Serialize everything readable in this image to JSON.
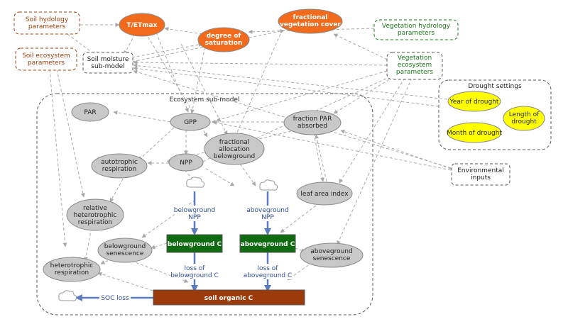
{
  "nodes": {
    "soil_hydrology_parameters": [
      "Soil hydology",
      "parameters"
    ],
    "soil_ecosystem_parameters": [
      "Soil ecosystem",
      "parameters"
    ],
    "t_etmax": [
      "T/ETmax"
    ],
    "degree_of_saturation": [
      "degree of",
      "saturation"
    ],
    "fractional_vegetation_cover": [
      "fractional",
      "vegetation cover"
    ],
    "vegetation_hydrology_parameters": [
      "Vegetation hydrology",
      "parameters"
    ],
    "soil_moisture_submodel": [
      "Soil moisture",
      "sub-model"
    ],
    "vegetation_ecosystem_parameters": [
      "Vegetation",
      "ecosystem",
      "parameters"
    ],
    "ecosystem_submodel": [
      "Ecosystem sub-model"
    ],
    "drought_settings": [
      "Drought settings"
    ],
    "year_of_drought": [
      "Year of drought"
    ],
    "length_of_drought": [
      "Length of",
      "drought"
    ],
    "month_of_drought": [
      "Month of drought"
    ],
    "par": [
      "PAR"
    ],
    "gpp": [
      "GPP"
    ],
    "fraction_par_absorbed": [
      "fraction PAR",
      "absorbed"
    ],
    "fractional_allocation_belowground": [
      "fractional",
      "allocation",
      "belowground"
    ],
    "autotrophic_respiration": [
      "autotrophic",
      "respiration"
    ],
    "npp": [
      "NPP"
    ],
    "environmental_inputs": [
      "Environmental",
      "inputs"
    ],
    "leaf_area_index": [
      "leaf area index"
    ],
    "relative_heterotrophic_respiration": [
      "relative",
      "heterotrophic",
      "respiration"
    ],
    "belowground_npp": [
      "belowground",
      "NPP"
    ],
    "aboveground_npp": [
      "aboveground",
      "NPP"
    ],
    "belowground_c": [
      "belowground C"
    ],
    "aboveground_c": [
      "aboveground C"
    ],
    "belowground_senescence": [
      "belowground",
      "senescence"
    ],
    "aboveground_senescence": [
      "aboveground",
      "senescence"
    ],
    "heterotrophic_respiration": [
      "heterotrophic",
      "respiration"
    ],
    "loss_of_belowground_c": [
      "loss of",
      "belowground C"
    ],
    "loss_of_aboveground_c": [
      "loss of",
      "aboveground C"
    ],
    "soc_loss": [
      "SOC loss"
    ],
    "soil_organic_c": [
      "soil organic C"
    ]
  },
  "colors": {
    "orange": "#f26b1d",
    "yellow": "#ffff00",
    "gray_node": "#c8c8c8",
    "green_box": "#0f6b0f",
    "brown_box": "#9b3a0a",
    "soil_param_text": "#a0410d",
    "veg_param_text": "#1a7a1a",
    "flow_arrow": "#5b7bbf",
    "dashed_edge": "#a8a8a8"
  }
}
